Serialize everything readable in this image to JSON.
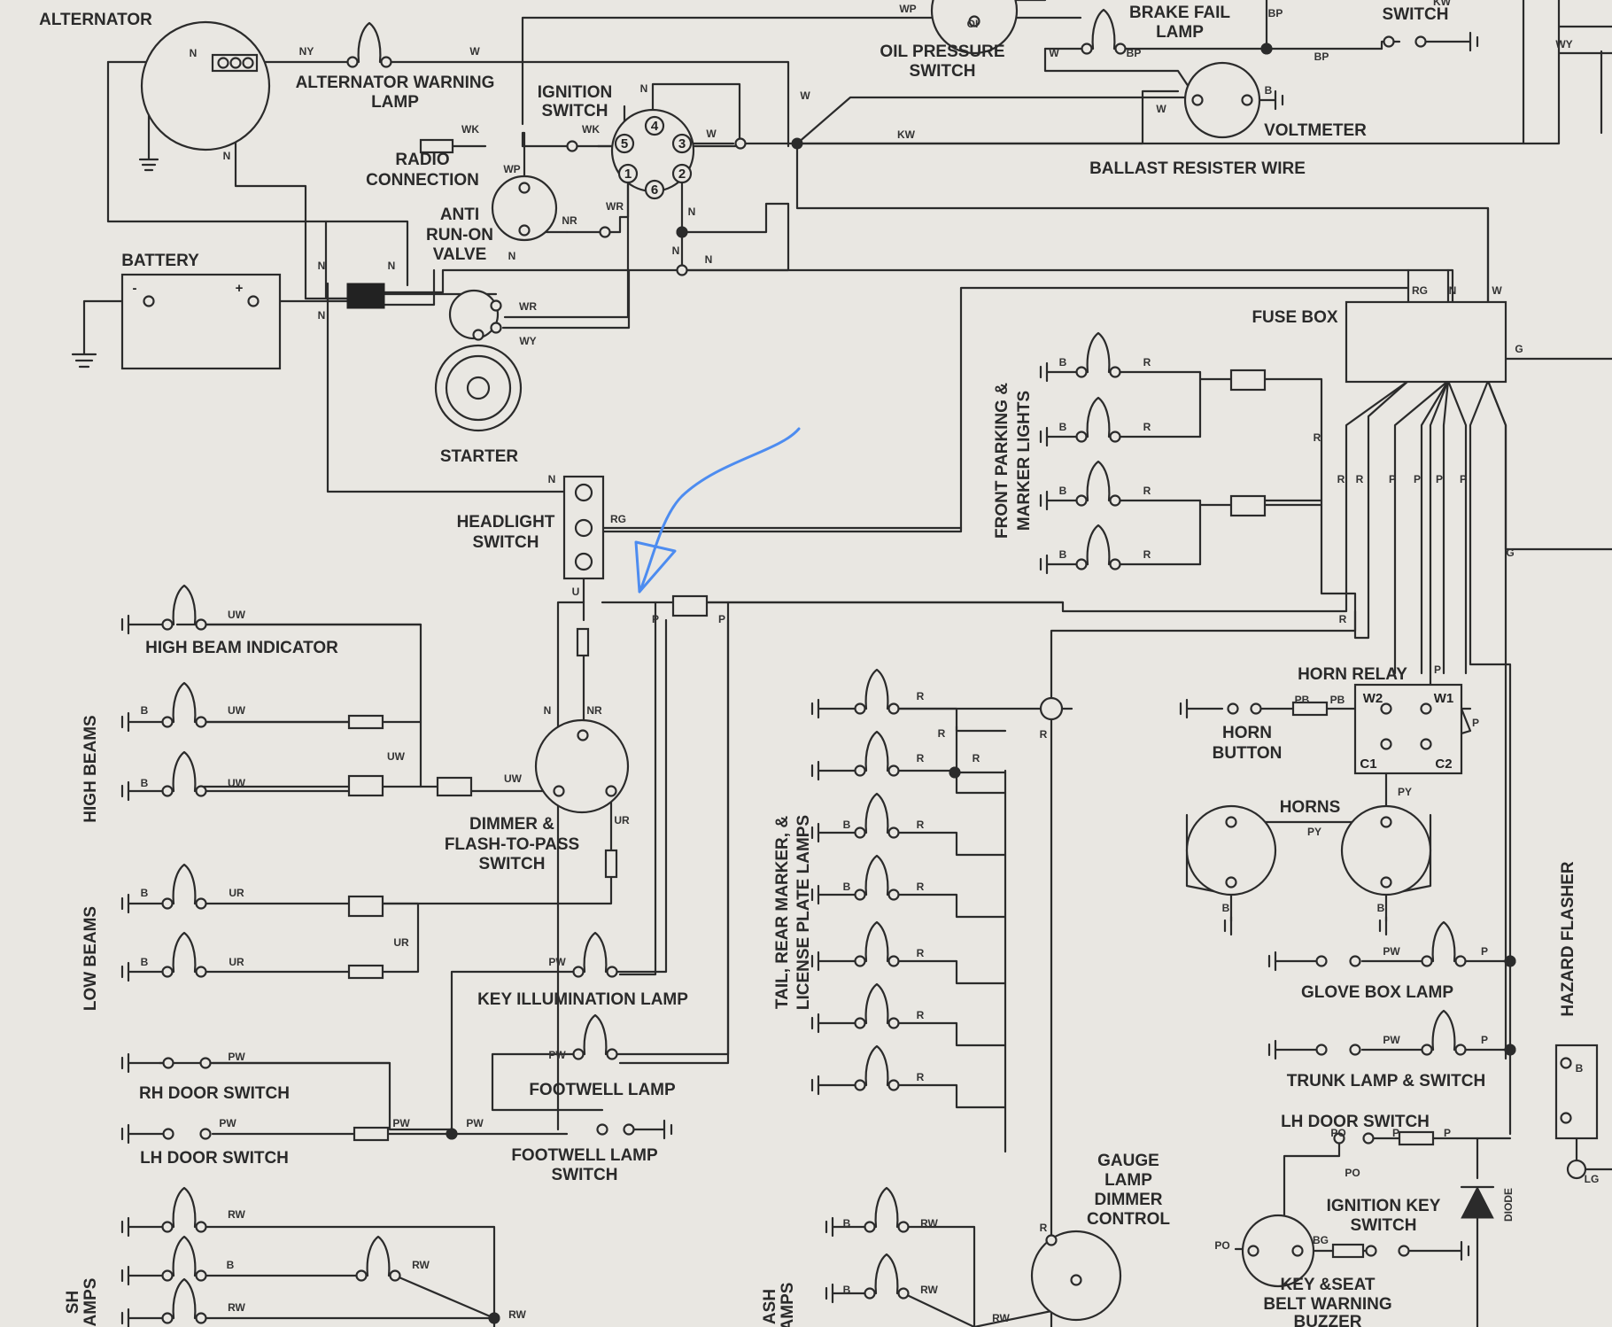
{
  "components": {
    "alternator": "ALTERNATOR",
    "alt_warning_lamp_1": "ALTERNATOR WARNING",
    "alt_warning_lamp_2": "LAMP",
    "oil_pressure_switch_1": "OIL PRESSURE",
    "oil_pressure_switch_2": "SWITCH",
    "brake_fail_lamp_1": "BRAKE FAIL",
    "brake_fail_lamp_2": "LAMP",
    "brake_switch_2": "SWITCH",
    "voltmeter": "VOLTMETER",
    "ballast_resister_wire": "BALLAST RESISTER WIRE",
    "ignition_switch_1": "IGNITION",
    "ignition_switch_2": "SWITCH",
    "radio_connection_1": "RADIO",
    "radio_connection_2": "CONNECTION",
    "anti_run_on_valve_1": "ANTI",
    "anti_run_on_valve_2": "RUN-ON",
    "anti_run_on_valve_3": "VALVE",
    "battery": "BATTERY",
    "starter": "STARTER",
    "fuse_box": "FUSE BOX",
    "front_parking_1": "FRONT PARKING &",
    "front_parking_2": "MARKER LIGHTS",
    "headlight_switch_1": "HEADLIGHT",
    "headlight_switch_2": "SWITCH",
    "high_beam_indicator": "HIGH BEAM INDICATOR",
    "high_beams": "HIGH BEAMS",
    "low_beams": "LOW BEAMS",
    "dimmer_1": "DIMMER &",
    "dimmer_2": "FLASH-TO-PASS",
    "dimmer_3": "SWITCH",
    "key_illumination_lamp": "KEY ILLUMINATION LAMP",
    "footwell_lamp": "FOOTWELL LAMP",
    "footwell_lamp_switch_1": "FOOTWELL LAMP",
    "footwell_lamp_switch_2": "SWITCH",
    "rh_door_switch": "RH DOOR SWITCH",
    "lh_door_switch_left": "LH DOOR SWITCH",
    "tail_lamps_1": "TAIL, REAR MARKER, &",
    "tail_lamps_2": "LICENSE PLATE LAMPS",
    "horn_relay": "HORN RELAY",
    "horn_button_1": "HORN",
    "horn_button_2": "BUTTON",
    "horns": "HORNS",
    "glove_box_lamp": "GLOVE BOX LAMP",
    "trunk_lamp": "TRUNK LAMP & SWITCH",
    "hazard_flasher": "HAZARD FLASHER",
    "lh_door_switch_right": "LH DOOR SWITCH",
    "diode": "DIODE",
    "ignition_key_switch_1": "IGNITION KEY",
    "ignition_key_switch_2": "SWITCH",
    "buzzer_1": "KEY &SEAT",
    "buzzer_2": "BELT WARNING",
    "buzzer_3": "BUZZER",
    "gauge_lamp_1": "GAUGE",
    "gauge_lamp_2": "LAMP",
    "gauge_lamp_3": "DIMMER",
    "gauge_lamp_4": "CONTROL",
    "cut_left_1": "SH",
    "cut_left_2": "AMPS",
    "cut_mid_1": "ASH",
    "cut_mid_2": "AMPS"
  },
  "wire_codes": {
    "NY": "NY",
    "W": "W",
    "N": "N",
    "WP": "WP",
    "WK": "WK",
    "WR": "WR",
    "WY": "WY",
    "NR": "NR",
    "KW": "KW",
    "BP": "BP",
    "B": "B",
    "RG": "RG",
    "G": "G",
    "R": "R",
    "P": "P",
    "U": "U",
    "UW": "UW",
    "UR": "UR",
    "PW": "PW",
    "RW": "RW",
    "PB": "PB",
    "PY": "PY",
    "PO": "PO",
    "BG": "BG",
    "LG": "LG",
    "OI": "OI"
  },
  "pins": {
    "ig1": "1",
    "ig2": "2",
    "ig3": "3",
    "ig4": "4",
    "ig5": "5",
    "ig6": "6",
    "plus": "+",
    "minus": "-",
    "w1": "W1",
    "w2": "W2",
    "c1": "C1",
    "c2": "C2"
  }
}
